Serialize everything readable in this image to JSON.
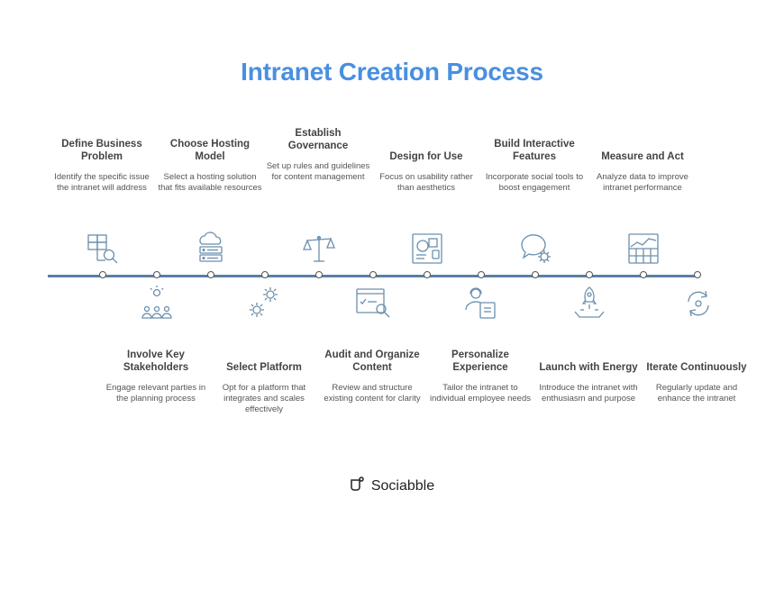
{
  "title": "Intranet Creation Process",
  "brand": {
    "name": "Sociabble",
    "logo_icon": "sociabble-logo-icon"
  },
  "colors": {
    "title": "#4a8fe0",
    "timeline": "#5b7fa6",
    "icon": "#6a8fae"
  },
  "steps": [
    {
      "title": "Define Business Problem",
      "desc": "Identify the specific issue the intranet will address",
      "icon": "problem-search-icon"
    },
    {
      "title": "Involve Key Stakeholders",
      "desc": "Engage relevant parties in the planning process",
      "icon": "stakeholders-icon"
    },
    {
      "title": "Choose Hosting Model",
      "desc": "Select a hosting solution that fits available resources",
      "icon": "cloud-server-icon"
    },
    {
      "title": "Select Platform",
      "desc": "Opt for a platform that integrates and scales effectively",
      "icon": "gears-icon"
    },
    {
      "title": "Establish Governance",
      "desc": "Set up rules and guidelines for content management",
      "icon": "scales-icon"
    },
    {
      "title": "Audit and Organize Content",
      "desc": "Review and structure existing content for clarity",
      "icon": "content-audit-icon"
    },
    {
      "title": "Design for Use",
      "desc": "Focus on usability rather than aesthetics",
      "icon": "design-layout-icon"
    },
    {
      "title": "Personalize Experience",
      "desc": "Tailor the intranet to individual employee needs",
      "icon": "user-profile-icon"
    },
    {
      "title": "Build Interactive Features",
      "desc": "Incorporate social tools to boost engagement",
      "icon": "chat-gear-icon"
    },
    {
      "title": "Launch with Energy",
      "desc": "Introduce the intranet with enthusiasm and purpose",
      "icon": "rocket-launch-icon"
    },
    {
      "title": "Measure and Act",
      "desc": "Analyze data to improve intranet performance",
      "icon": "analytics-chart-icon"
    },
    {
      "title": "Iterate Continuously",
      "desc": "Regularly update and enhance the intranet",
      "icon": "refresh-cycle-icon"
    }
  ]
}
